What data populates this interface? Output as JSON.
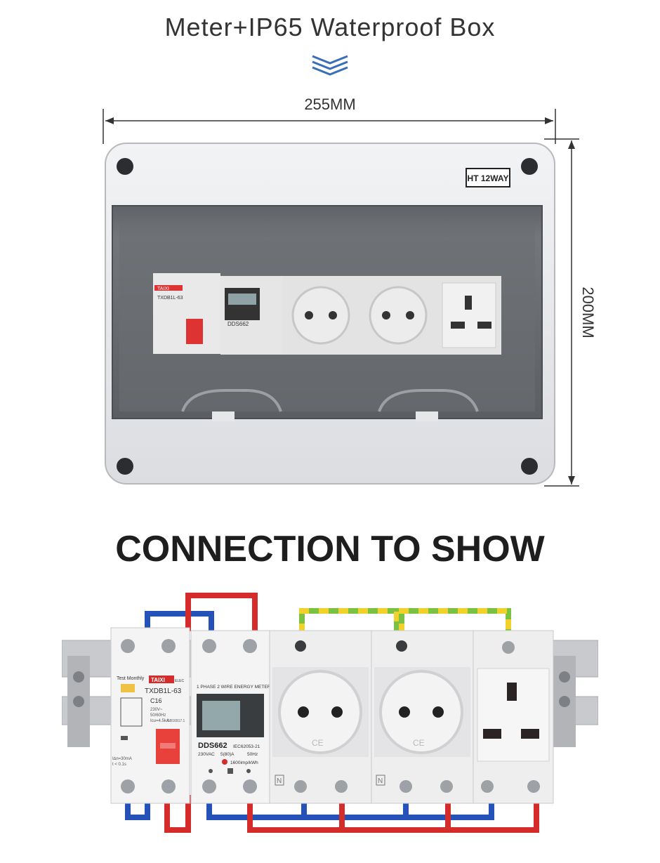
{
  "header": {
    "title": "Meter+IP65 Waterproof Box"
  },
  "dimensions": {
    "width_label": "255MM",
    "height_label": "200MM"
  },
  "box": {
    "badge": "HT 12WAY",
    "rcbo_brand": "TAIXI",
    "rcbo_model": "TXDB1L-63",
    "meter_model": "DDS662"
  },
  "connection": {
    "title": "CONNECTION TO SHOW",
    "rcbo": {
      "brand": "TAIXI",
      "brand_suffix": "ELEC",
      "test_label": "Test  Monthly",
      "model": "TXDB1L-63",
      "rating": "C16",
      "spec1": "230V~",
      "spec2": "50/60Hz",
      "spec3": "I∆n=30mA",
      "spec4": "t < 0.1s",
      "spec5": "Icu=4.5kA",
      "spec6": "GB16917.1"
    },
    "meter": {
      "header": "1 PHASE 2 WIRE ENERGY METER",
      "model": "DDS662",
      "standard": "IEC62053-21",
      "voltage": "230VAC",
      "current": "5(80)A",
      "freq": "50Hz",
      "imp": "1600imp/kWh"
    },
    "socket_marks": {
      "neutral": "N",
      "ce": "CE"
    }
  },
  "colors": {
    "wire_red": "#d42b2b",
    "wire_blue": "#2552b8",
    "wire_green": "#7cc242",
    "wire_yellow": "#f2d22a",
    "rcbo_handle": "#e8413c"
  }
}
